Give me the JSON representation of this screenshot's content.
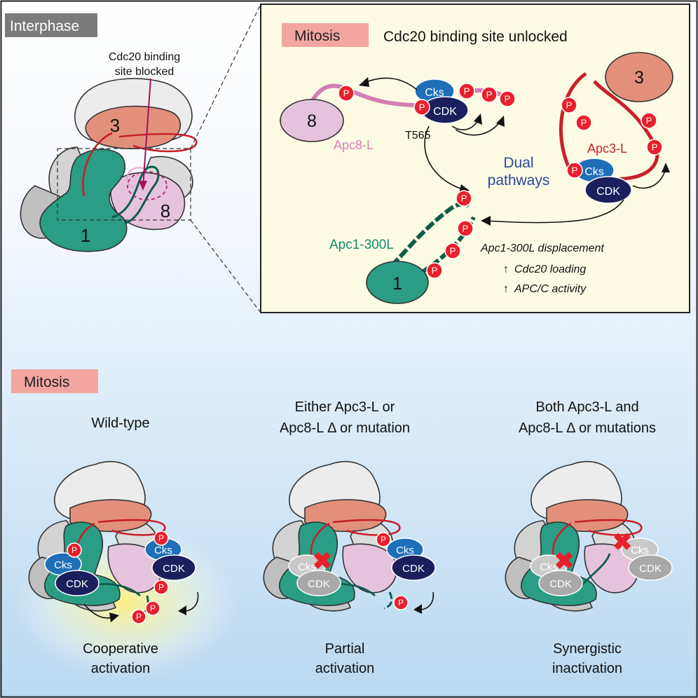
{
  "interphase_panel": {
    "badge": "Interphase",
    "callout": [
      "Cdc20 binding",
      "site blocked"
    ],
    "subunits": {
      "apc3": "3",
      "apc8": "8",
      "apc1": "1"
    }
  },
  "mitosis_inset": {
    "badge": "Mitosis",
    "title": "Cdc20 binding site unlocked",
    "apc8": {
      "subunit": "8",
      "loop": "Apc8-L",
      "site": "T565"
    },
    "apc3": {
      "subunit": "3",
      "loop": "Apc3-L"
    },
    "apc1": {
      "subunit": "1",
      "loop": "Apc1-300L"
    },
    "kinase": {
      "cks": "Cks",
      "cdk": "CDK"
    },
    "phospho": "P",
    "pathways": [
      "Dual",
      "pathways"
    ],
    "outcome": {
      "displacement": "Apc1-300L displacement",
      "effects": [
        "Cdc20 loading",
        "APC/C activity"
      ]
    }
  },
  "bottom": {
    "badge": "Mitosis",
    "panels": [
      {
        "heading": [
          "Wild-type"
        ],
        "result": [
          "Cooperative",
          "activation"
        ]
      },
      {
        "heading": [
          "Either Apc3-L or",
          "Apc8-L Δ or mutation"
        ],
        "result": [
          "Partial",
          "activation"
        ]
      },
      {
        "heading": [
          "Both Apc3-L and",
          "Apc8-L Δ or mutations"
        ],
        "result": [
          "Synergistic",
          "inactivation"
        ]
      }
    ]
  },
  "colors": {
    "apc3": "#e2907c",
    "apc8": "#e6c3dd",
    "apc1": "#2a9d84",
    "apc1_loop": "#0f5c4a",
    "apc3_loop": "#c8202b",
    "apc8_loop": "#d27fb4",
    "phospho": "#e8202b",
    "cks": "#1e6fb8",
    "cdk": "#1c1f5e",
    "inset_bg": "#fdfbe3",
    "pathways": "#2a4aa3",
    "badge_gray": "#7b7b7b",
    "badge_pink": "#f3a6a0"
  }
}
